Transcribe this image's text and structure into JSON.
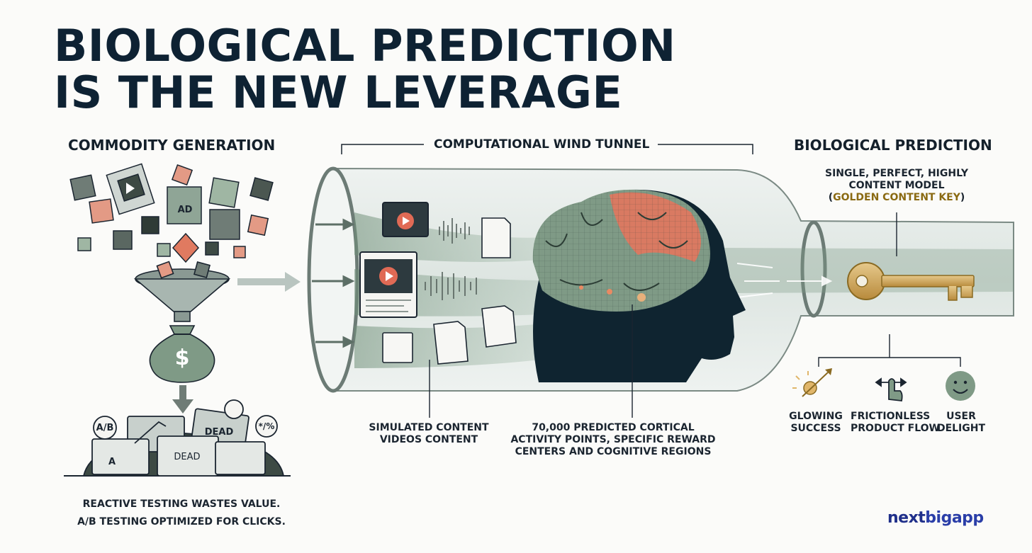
{
  "title": {
    "line1": "BIOLOGICAL PREDICTION",
    "line2": "IS THE NEW LEVERAGE"
  },
  "sections": {
    "left": "COMMODITY GENERATION",
    "middle": "COMPUTATIONAL WIND TUNNEL",
    "right": "BIOLOGICAL PREDICTION"
  },
  "right_panel": {
    "key_label_line1": "SINGLE, PERFECT, HIGHLY",
    "key_label_line2": "CONTENT MODEL",
    "key_label_line3_prefix": "(",
    "key_label_line3_highlight": "GOLDEN CONTENT KEY",
    "key_label_line3_suffix": ")",
    "outcomes": [
      {
        "line1": "GLOWING",
        "line2": "SUCCESS",
        "icon": "glowing-success-icon"
      },
      {
        "line1": "FRICTIONLESS",
        "line2": "PRODUCT FLOW",
        "icon": "tap-gesture-icon"
      },
      {
        "line1": "USER",
        "line2": "DELIGHT",
        "icon": "smiley-icon"
      }
    ]
  },
  "middle_panel": {
    "callout_left_line1": "SIMULATED CONTENT",
    "callout_left_line2": "VIDEOS CONTENT",
    "callout_right_line1": "70,000 PREDICTED CORTICAL",
    "callout_right_line2": "ACTIVITY POINTS, SPECIFIC REWARD",
    "callout_right_line3": "CENTERS AND COGNITIVE REGIONS"
  },
  "left_panel": {
    "cube_label": "AD",
    "money_symbol": "$",
    "screen_labels": {
      "ab": "A/B",
      "a": "A",
      "dead1": "DEAD",
      "dead2": "DEAD",
      "pct": "*/%"
    },
    "caption_line1": "REACTIVE TESTING WASTES VALUE.",
    "caption_line2": "A/B TESTING OPTIMIZED FOR CLICKS."
  },
  "brand": {
    "part1": "next",
    "part2": "bigapp"
  },
  "colors": {
    "title": "#0e2233",
    "gold": "#c9a45c",
    "brain_green": "#7f9a86",
    "brain_red": "#d97a62",
    "video_red": "#e06a55",
    "brand_blue": "#1f2f8a"
  }
}
